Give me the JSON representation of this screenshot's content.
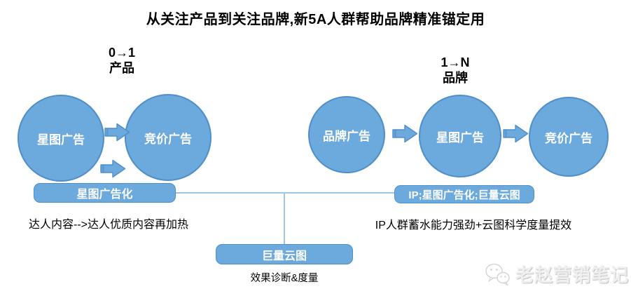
{
  "title": "从关注产品到关注品牌,新5A人群帮助品牌精准锚定用",
  "left_flow": {
    "stage_line1": "0→1",
    "stage_line2": "产品",
    "circle1": "星图广告",
    "circle2": "竞价广告",
    "box": "星图广告化",
    "caption": "达人内容-->达人优质内容再加热"
  },
  "right_flow": {
    "stage_line1": "1→N",
    "stage_line2": "品牌",
    "circle1": "品牌广告",
    "circle2": "星图广告",
    "circle3": "竞价广告",
    "box": "IP;星图广告化;巨量云图",
    "caption": "IP人群蓄水能力强劲+云图科学度量提效"
  },
  "bottom": {
    "box": "巨量云图",
    "caption": "效果诊断&度量"
  },
  "watermark": {
    "icon": "wechat-icon",
    "text": "老赵营销笔记"
  },
  "colors": {
    "shape_fill": "#6CA9DC",
    "shape_border": "#4E8FC9",
    "connector": "#9DC3E6"
  }
}
